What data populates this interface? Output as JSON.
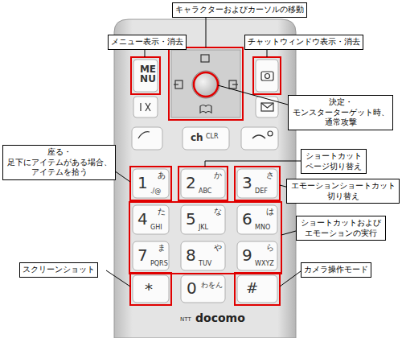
{
  "diagram": {
    "nodes": [
      {
        "text": [
          "キャラクターおよびカーソルの移動"
        ]
      },
      {
        "text": [
          "メニュー表示・消去"
        ]
      },
      {
        "text": [
          "チャットウィンドウ表示・消去"
        ]
      },
      {
        "text": [
          "決定・ モンスターターゲット時、 通常攻撃"
        ]
      },
      {
        "text": [
          "座る・ 足下にアイテムがある場合、 アイテムを拾う"
        ]
      },
      {
        "text": [
          "ショートカット ページ切り替え"
        ]
      },
      {
        "text": [
          "エモーションショートカット 切り替え"
        ]
      },
      {
        "text": [
          "ショートカットおよび エモーションの実行"
        ]
      },
      {
        "text": [
          "スクリーンショット"
        ]
      },
      {
        "text": [
          "カメラ操作モード"
        ]
      }
    ],
    "labels": [
      "ME NU",
      "ch",
      "CLR",
      "1",
      "あ",
      "./@",
      "2",
      "か",
      "ABC",
      "3",
      "さ",
      "DEF",
      "4",
      "た",
      "GHI",
      "5",
      "な",
      "JKL",
      "6",
      "は",
      "MNO",
      "7",
      "ま",
      "PQRS",
      "8",
      "や",
      "TUV",
      "9",
      "ら",
      "WXYZ",
      "*",
      "0",
      "わをん",
      "#",
      "NTT",
      "docomo"
    ]
  }
}
